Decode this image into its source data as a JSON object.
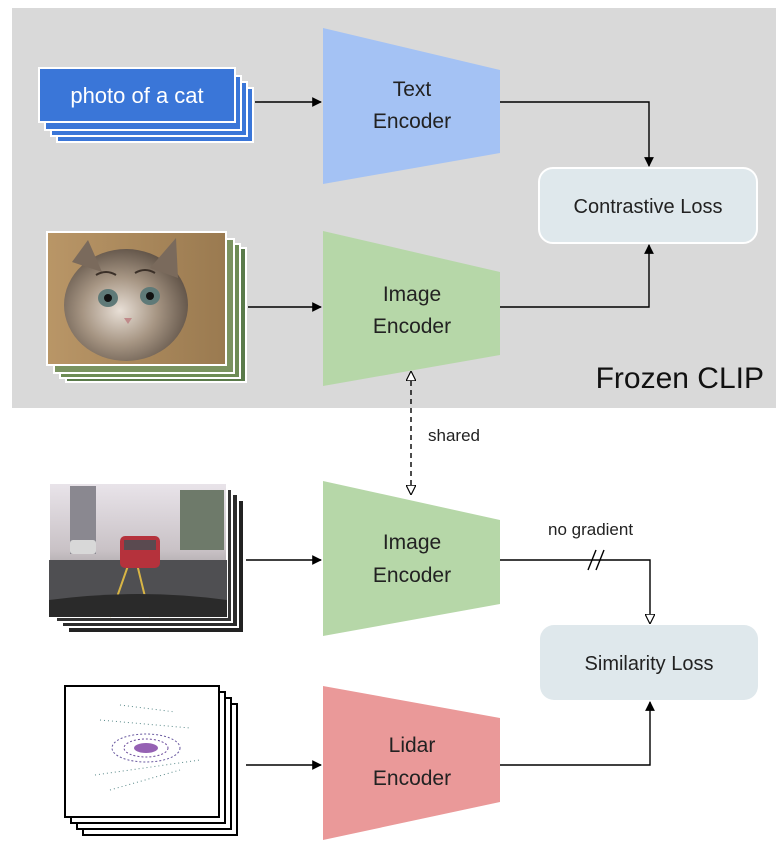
{
  "frozen_clip": {
    "label": "Frozen CLIP"
  },
  "text_prompt": {
    "label": "photo of a cat"
  },
  "encoders": {
    "text": [
      "Text",
      "Encoder"
    ],
    "image_clip": [
      "Image",
      "Encoder"
    ],
    "image_driving": [
      "Image",
      "Encoder"
    ],
    "lidar": [
      "Lidar",
      "Encoder"
    ]
  },
  "losses": {
    "contrastive": "Contrastive Loss",
    "similarity": "Similarity Loss"
  },
  "annotations": {
    "shared": "shared",
    "no_gradient": "no gradient"
  },
  "colors": {
    "frozen_bg": "#d9d9d9",
    "text_encoder": "#a4c2f4",
    "image_encoder": "#b6d7a8",
    "lidar_encoder": "#ea9999",
    "loss_box": "#dfe8ec",
    "text_card": "#3a76d8"
  }
}
